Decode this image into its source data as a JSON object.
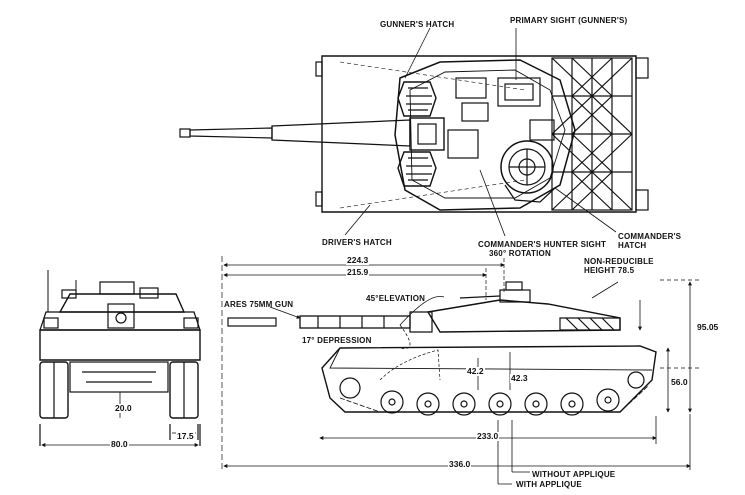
{
  "labels": {
    "gunners_hatch": "GUNNER'S HATCH",
    "primary_sight": "PRIMARY SIGHT (GUNNER'S)",
    "drivers_hatch": "DRIVER'S HATCH",
    "commanders_hunter_sight_line1": "COMMANDER'S HUNTER SIGHT",
    "commanders_hunter_sight_line2": "360° ROTATION",
    "commanders_hatch_line1": "COMMANDER'S",
    "commanders_hatch_line2": "HATCH",
    "non_reducible_line1": "NON-REDUCIBLE",
    "non_reducible_line2": "HEIGHT 78.5",
    "gun": "ARES 75MM GUN",
    "elevation": "45°ELEVATION",
    "depression": "17° DEPRESSION",
    "without_applique": "WITHOUT APPLIQUE",
    "with_applique": "WITH APPLIQUE"
  },
  "dimensions": {
    "d_224_3": "224.3",
    "d_215_9": "215.9",
    "d_95_05": "95.05",
    "d_56_0": "56.0",
    "d_42_2": "42.2",
    "d_42_3": "42.3",
    "d_233_0": "233.0",
    "d_336_0": "336.0",
    "d_20_0": "20.0",
    "d_17_5": "17.5",
    "d_80_0": "80.0"
  },
  "colors": {
    "ink": "#111111",
    "paper": "#ffffff"
  }
}
